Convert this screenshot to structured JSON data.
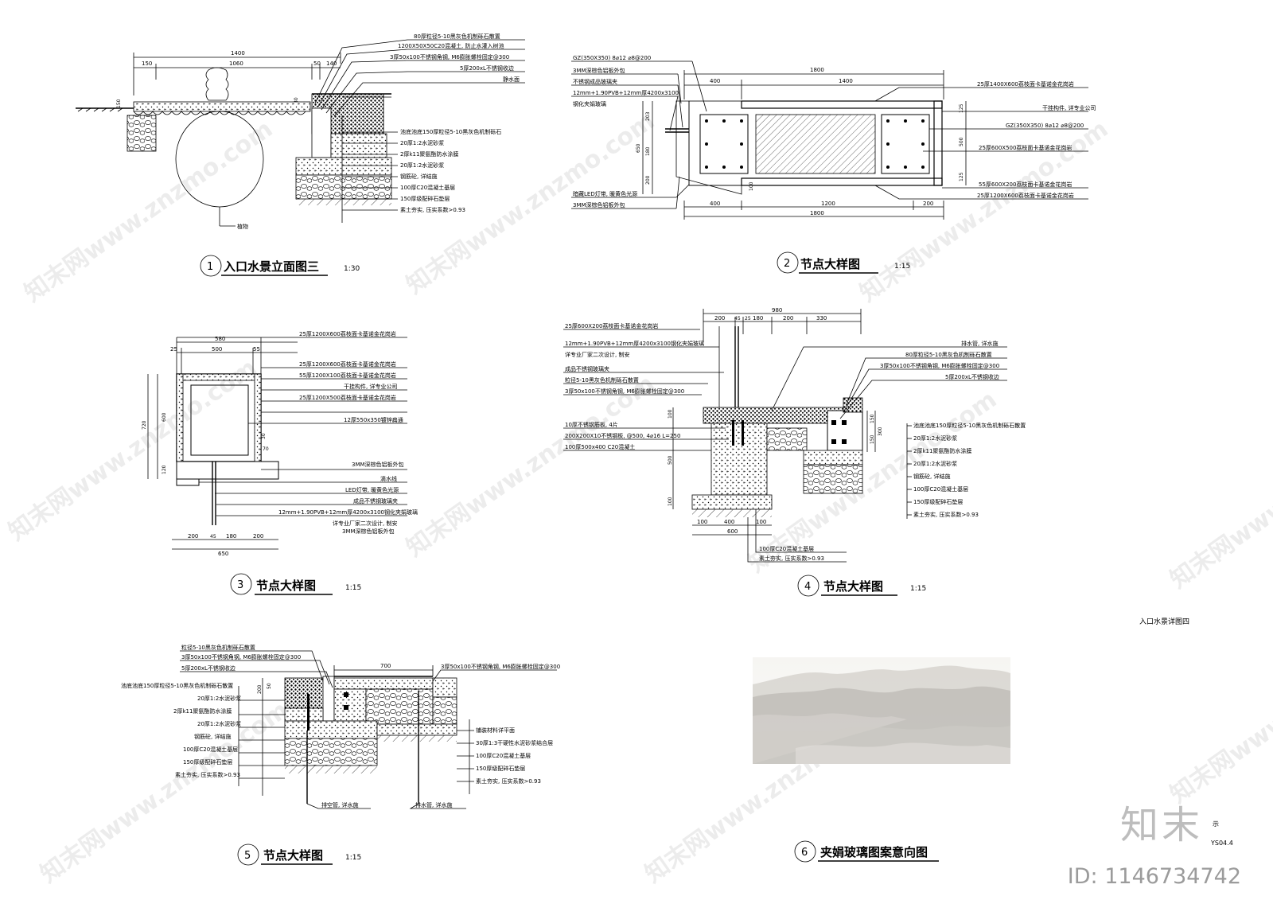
{
  "sheet": {
    "title": "入口水景详图四",
    "drawing_no": "YS04.4",
    "logo_text": "知末",
    "logo_suffix": "示",
    "id_text": "ID: 1146734742",
    "watermark": "知末网www.znzmo.com"
  },
  "d1": {
    "num": "1",
    "title": "入口水景立面图三",
    "scale": "1:30",
    "dims_top": [
      "1400",
      "150",
      "1060",
      "50",
      "140"
    ],
    "dims_side": [
      "150",
      "30"
    ],
    "plant_label": "植物",
    "notes_top": [
      "80厚粒径5-10黑灰色机制砾石散置",
      "1200X50X50C20混凝土, 防止水灌入树池",
      "3厚50x100不锈钢角钢, M6膨胀螺栓固定@300",
      "5厚200xL不锈钢收边",
      "静水面"
    ],
    "notes_right": [
      "池底池底150厚粒径5-10黑灰色机制砾石",
      "20厚1:2水泥砂浆",
      "2厚k11聚氨酯防水涂膜",
      "20厚1:2水泥砂浆",
      "钢筋砼, 详结施",
      "100厚C20混凝土基层",
      "150厚级配碎石垫层",
      "素土夯实, 压实系数>0.93"
    ]
  },
  "d2": {
    "num": "2",
    "title": "节点大样图",
    "scale": "1:15",
    "dims_top": [
      "1800",
      "400",
      "1400"
    ],
    "dims_bottom": [
      "400",
      "1200",
      "200",
      "1800"
    ],
    "dims_left": [
      "203",
      "650",
      "180",
      "200",
      "100"
    ],
    "dims_right": [
      "125",
      "500",
      "125"
    ],
    "notes_left": [
      "GZ(350X350) 8⌀12 ⌀8@200",
      "3MM深棕色铝板外包",
      "不锈钢成品玻璃夹",
      "12mm+1.90PVB+12mm厚4200x3100",
      "钢化夹娟玻璃",
      "暗藏LED灯带, 暖黄色光源",
      "3MM深棕色铝板外包"
    ],
    "notes_right": [
      "25厚1400X600荔枝面卡基诺金花岗岩",
      "干挂构件, 详专业公司",
      "GZ(350X350) 8⌀12 ⌀8@200",
      "25厚600X500荔枝面卡基诺金花岗岩",
      "55厚600X200荔枝面卡基诺金花岗岩",
      "25厚1200X600荔枝面卡基诺金花岗岩"
    ]
  },
  "d3": {
    "num": "3",
    "title": "节点大样图",
    "scale": "1:15",
    "dims_top": [
      "580",
      "25",
      "500",
      "55"
    ],
    "dims_left": [
      "720",
      "600",
      "120"
    ],
    "dims_inner": [
      "30",
      "70"
    ],
    "dims_bottom": [
      "200",
      "45",
      "180",
      "200",
      "650"
    ],
    "notes": [
      "25厚1200X600荔枝面卡基诺金花岗岩",
      "25厚1200X600荔枝面卡基诺金花岗岩",
      "55厚1200X100荔枝面卡基诺金花岗岩",
      "干挂构件, 详专业公司",
      "25厚1200X500荔枝面卡基诺金花岗岩",
      "12厚550x350镀锌扁通",
      "3MM深棕色铝板外包",
      "滴水线",
      "LED灯带, 暖黄色光源",
      "成品不锈钢玻璃夹",
      "12mm+1.90PVB+12mm厚4200x3100钢化夹娟玻璃",
      "详专业厂家二次设计, 制安",
      "3MM深棕色铝板外包"
    ]
  },
  "d4": {
    "num": "4",
    "title": "节点大样图",
    "scale": "1:15",
    "dims_top": [
      "980",
      "200",
      "45",
      "25",
      "180",
      "200",
      "330"
    ],
    "dims_left": [
      "100",
      "500",
      "100"
    ],
    "dims_right": [
      "150",
      "150",
      "300"
    ],
    "dims_bottom": [
      "100",
      "400",
      "100",
      "600"
    ],
    "notes_left": [
      "25厚600X200荔枝面卡基诺金花岗岩",
      "12mm+1.90PVB+12mm厚4200x3100钢化夹娟玻璃",
      "详专业厂家二次设计, 制安",
      "成品不锈钢玻璃夹",
      "粒径5-10黑灰色机制砾石散置",
      "3厚50x100不锈钢角钢, M6膨胀螺栓固定@300",
      "10厚不锈钢筋板, 4片",
      "200X200X10不锈钢板, @500, 4⌀16 L=250",
      "100厚500x400 C20混凝土"
    ],
    "notes_right_top": [
      "排水管, 详水施",
      "80厚粒径5-10黑灰色机制砾石散置",
      "3厚50x100不锈钢角钢, M6膨胀螺栓固定@300",
      "5厚200xL不锈钢收边"
    ],
    "notes_right": [
      "池底池底150厚粒径5-10黑灰色机制砾石散置",
      "20厚1:2水泥砂浆",
      "2厚k11聚氨酯防水涂膜",
      "20厚1:2水泥砂浆",
      "钢筋砼, 详结施",
      "100厚C20混凝土基层",
      "150厚级配碎石垫层",
      "素土夯实, 压实系数>0.93"
    ],
    "notes_bottom": [
      "100厚C20混凝土基层",
      "素土夯实, 压实系数>0.93"
    ]
  },
  "d5": {
    "num": "5",
    "title": "节点大样图",
    "scale": "1:15",
    "dims_top": [
      "700"
    ],
    "dims_left": [
      "200",
      "50"
    ],
    "notes_top": [
      "粒径5-10黑灰色机制砾石散置",
      "3厚50x100不锈钢角钢, M6膨胀螺栓固定@300",
      "5厚200xL不锈钢收边"
    ],
    "note_top_right": "3厚50x100不锈钢角钢, M6膨胀螺栓固定@300",
    "notes_left": [
      "池底池底150厚粒径5-10黑灰色机制砾石散置",
      "20厚1:2水泥砂浆",
      "2厚k11聚氨酯防水涂膜",
      "20厚1:2水泥砂浆",
      "钢筋砼, 详结施",
      "100厚C20混凝土基层",
      "150厚级配碎石垫层",
      "素土夯实, 压实系数>0.93"
    ],
    "notes_right": [
      "铺装材料详平面",
      "30厚1:3干硬性水泥砂浆结合层",
      "100厚C20混凝土基层",
      "150厚级配碎石垫层",
      "素土夯实, 压实系数>0.93"
    ],
    "pipe1": "排空管, 详水施",
    "pipe2": "排水管, 详水施"
  },
  "d6": {
    "num": "6",
    "title": "夹娟玻璃图案意向图"
  }
}
